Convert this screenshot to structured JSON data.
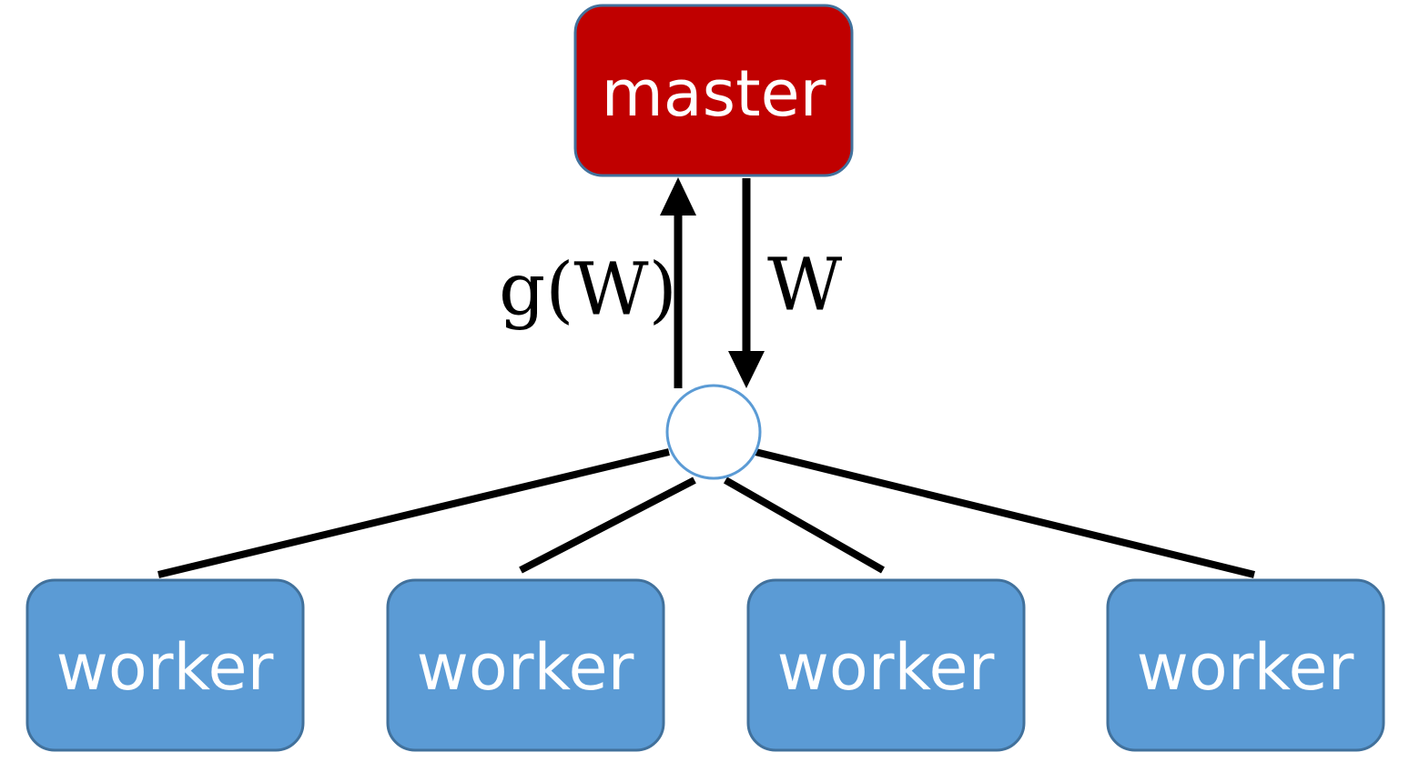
{
  "master": {
    "label": "master"
  },
  "edges": {
    "up_label": "g(W)",
    "down_label": "W"
  },
  "workers": [
    {
      "label": "worker"
    },
    {
      "label": "worker"
    },
    {
      "label": "worker"
    },
    {
      "label": "worker"
    }
  ],
  "colors": {
    "master_fill": "#c00000",
    "master_stroke": "#41719c",
    "worker_fill": "#5b9bd5",
    "worker_stroke": "#41719c",
    "hub_stroke": "#5b9bd5",
    "line": "#000000"
  }
}
